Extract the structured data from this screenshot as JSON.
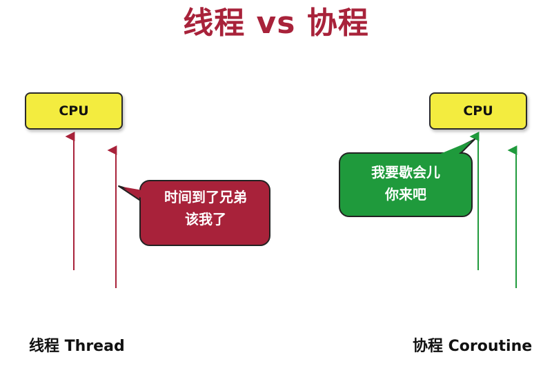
{
  "title": "线程 vs 协程",
  "thread": {
    "cpu_label": "CPU",
    "bubble_line1": "时间到了兄弟",
    "bubble_line2": "该我了",
    "label": "线程 Thread"
  },
  "coroutine": {
    "cpu_label": "CPU",
    "bubble_line1": "我要歇会儿",
    "bubble_line2": "你来吧",
    "label": "协程 Coroutine"
  },
  "colors": {
    "title": "#a8223a",
    "cpu_fill": "#f3ec3f",
    "thread_arrow": "#a8223a",
    "thread_bubble": "#a8223a",
    "coroutine_arrow": "#1f9a3c",
    "coroutine_bubble": "#1f9a3c"
  }
}
